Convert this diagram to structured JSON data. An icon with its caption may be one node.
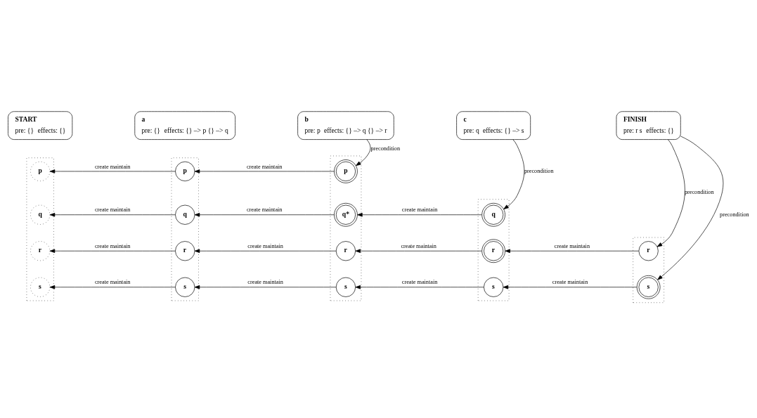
{
  "diagram": {
    "nodes": [
      {
        "text": [
          "START",
          "pre: {}",
          "effects: {}"
        ]
      },
      {
        "text": [
          "a",
          "pre: {}",
          "effects: {} –> p {} –> q"
        ]
      },
      {
        "text": [
          "b",
          "pre: p",
          "effects: {} –> q {} –> r"
        ]
      },
      {
        "text": [
          "c",
          "pre: q",
          "effects: {} –> s"
        ]
      },
      {
        "text": [
          "FINISH",
          "pre: r s",
          "effects: {}"
        ]
      },
      {
        "text": [],
        "shape": "box"
      },
      {
        "text": [
          "p"
        ],
        "in": 5
      },
      {
        "text": [
          "q"
        ],
        "in": 5
      },
      {
        "text": [
          "r"
        ],
        "in": 5
      },
      {
        "text": [
          "s"
        ],
        "in": 5
      },
      {
        "text": [],
        "shape": "box"
      },
      {
        "text": [
          "p"
        ],
        "in": 10
      },
      {
        "text": [
          "q"
        ],
        "in": 10
      },
      {
        "text": [
          "r"
        ],
        "in": 10
      },
      {
        "text": [
          "s"
        ],
        "in": 10
      },
      {
        "text": [],
        "shape": "box"
      },
      {
        "text": [
          "p"
        ],
        "in": 15
      },
      {
        "text": [
          "q*"
        ],
        "in": 15
      },
      {
        "text": [
          "r"
        ],
        "in": 15
      },
      {
        "text": [
          "s"
        ],
        "in": 15
      },
      {
        "text": [],
        "shape": "box"
      },
      {
        "text": [
          "q"
        ],
        "in": 20
      },
      {
        "text": [
          "r"
        ],
        "in": 20
      },
      {
        "text": [
          "s"
        ],
        "in": 20
      },
      {
        "text": [],
        "shape": "box"
      },
      {
        "text": [
          "r"
        ],
        "in": 24
      },
      {
        "text": [
          "s"
        ],
        "in": 24
      }
    ],
    "edges": [
      {
        "from": 2,
        "to": 16,
        "arrow": "to",
        "label": "precondition"
      },
      {
        "from": 3,
        "to": 21,
        "arrow": "to",
        "label": "precondition"
      },
      {
        "from": 4,
        "to": 25,
        "arrow": "to",
        "label": "precondition"
      },
      {
        "from": 4,
        "to": 26,
        "arrow": "to",
        "label": "precondition"
      },
      {
        "from": 11,
        "to": 6,
        "arrow": "to",
        "label": "create maintain"
      },
      {
        "from": 16,
        "to": 11,
        "arrow": "to",
        "label": "create maintain"
      },
      {
        "from": 12,
        "to": 7,
        "arrow": "to",
        "label": "create maintain"
      },
      {
        "from": 17,
        "to": 12,
        "arrow": "to",
        "label": "create maintain"
      },
      {
        "from": 21,
        "to": 17,
        "arrow": "to",
        "label": "create maintain"
      },
      {
        "from": 13,
        "to": 8,
        "arrow": "to",
        "label": "create maintain"
      },
      {
        "from": 18,
        "to": 13,
        "arrow": "to",
        "label": "create maintain"
      },
      {
        "from": 22,
        "to": 18,
        "arrow": "to",
        "label": "create maintain"
      },
      {
        "from": 25,
        "to": 22,
        "arrow": "to",
        "label": "create maintain"
      },
      {
        "from": 14,
        "to": 9,
        "arrow": "to",
        "label": "create maintain"
      },
      {
        "from": 19,
        "to": 14,
        "arrow": "to",
        "label": "create maintain"
      },
      {
        "from": 23,
        "to": 19,
        "arrow": "to",
        "label": "create maintain"
      },
      {
        "from": 26,
        "to": 23,
        "arrow": "to",
        "label": "create maintain"
      }
    ]
  }
}
